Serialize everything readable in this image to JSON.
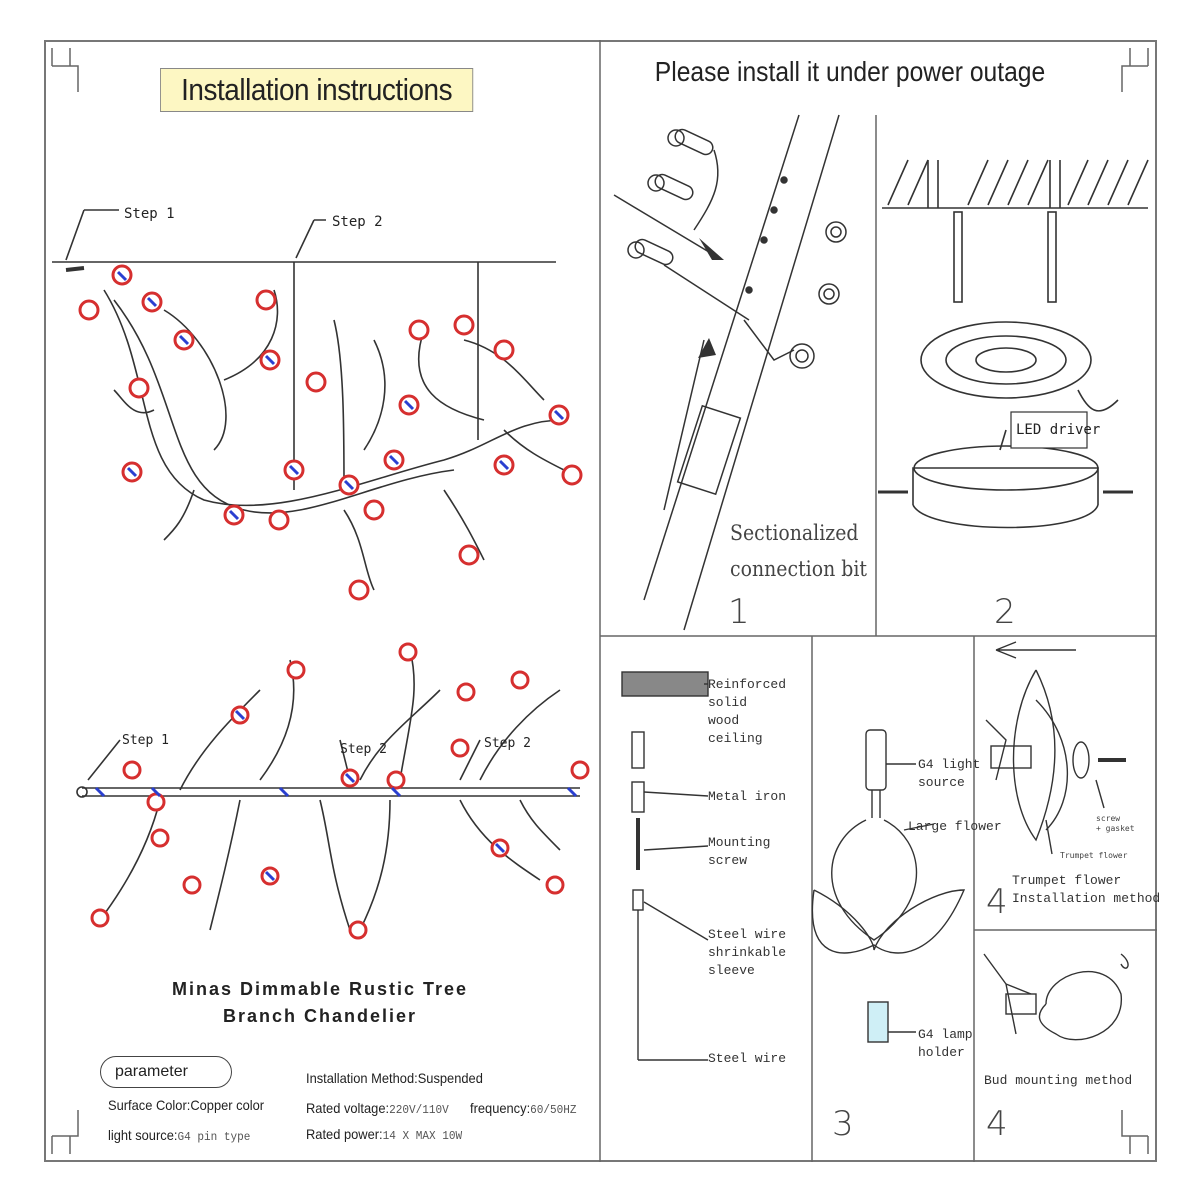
{
  "left": {
    "title": "Installation instructions",
    "diagram_top": {
      "step1": "Step 1",
      "step2": "Step 2"
    },
    "diagram_bottom": {
      "step1": "Step 1",
      "step2a": "Step 2",
      "step2b": "Step 2"
    },
    "product_name_line1": "Minas Dimmable Rustic Tree",
    "product_name_line2": "Branch Chandelier",
    "parameter_label": "parameter",
    "specs": {
      "install_method_label": "Installation Method:",
      "install_method_value": "Suspended",
      "surface_color_label": "Surface Color:",
      "surface_color_value": "Copper color",
      "rated_voltage_label": "Rated voltage:",
      "rated_voltage_value": "220V/110V",
      "frequency_label": "frequency:",
      "frequency_value": "60/50HZ",
      "light_source_label": "light source:",
      "light_source_value": "G4 pin type",
      "rated_power_label": "Rated power:",
      "rated_power_value": "14 X   MAX  10W"
    }
  },
  "right": {
    "title": "Please install it under power outage",
    "panel1": {
      "caption_line1": "Sectionalized",
      "caption_line2": "connection bit",
      "number": "1"
    },
    "panel2": {
      "led_driver": "LED driver",
      "number": "2"
    },
    "panel3": {
      "reinforced": [
        "Reinforced",
        "solid",
        "wood",
        "ceiling"
      ],
      "metal_iron": "Metal iron",
      "mounting_screw": [
        "Mounting",
        "screw"
      ],
      "steel_sleeve": [
        "Steel wire",
        "shrinkable",
        "sleeve"
      ],
      "steel_wire": "Steel wire",
      "g4_source": [
        "G4 light",
        "source"
      ],
      "large_flower": "Large flower",
      "g4_holder": [
        "G4 lamp",
        "holder"
      ],
      "number": "3"
    },
    "panel4a": {
      "screw_gasket": [
        "screw",
        "+ gasket"
      ],
      "trumpet_small": "Trumpet flower",
      "caption_line1": "Trumpet flower",
      "caption_line2": "Installation method",
      "number": "4"
    },
    "panel4b": {
      "caption": "Bud mounting method",
      "number": "4"
    }
  },
  "colors": {
    "title_bg": "#fdf7c3",
    "flower": "#d62f2f",
    "connector": "#2a3fd0",
    "line": "#333333",
    "frame": "#777777"
  }
}
